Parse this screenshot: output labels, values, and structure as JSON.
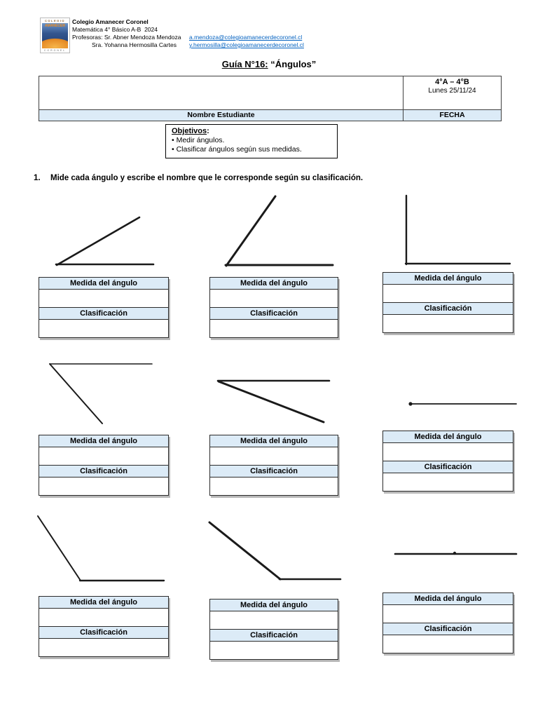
{
  "colors": {
    "table_header_bg": "#dcebf7",
    "link_blue": "#0563c1",
    "line_black": "#1a1a1a"
  },
  "header": {
    "school": "Colegio Amanecer Coronel",
    "course": "Matemática 4° Básico A-B  2024",
    "teachers_line1": "Profesoras: Sr. Abner Mendoza Mendoza",
    "teachers_line2": "Sra. Yohanna Hermosilla Cartes",
    "email1": "a.mendoza@colegioamanecerdecoronel.cl",
    "email2": "y.hermosilla@colegioamanecerdecoronel.cl",
    "logo": {
      "top": "COLEGIO",
      "middle": "AMANECER",
      "bottom": "CORONEL"
    }
  },
  "title": {
    "lead": "Guía N°16:",
    "rest": " “Ángulos”"
  },
  "info_table": {
    "group": "4°A – 4°B",
    "date": "Lunes 25/11/24",
    "name_label": "Nombre Estudiante",
    "date_label": "FECHA"
  },
  "objectives": {
    "heading": "Objetivos",
    "colon": ":",
    "items": [
      "Medir ángulos.",
      "Clasificar ángulos según sus medidas."
    ]
  },
  "instruction": {
    "number": "1.",
    "text": "Mide cada ángulo y escribe el nombre que le corresponde según su clasificación."
  },
  "labels": {
    "measure": "Medida del ángulo",
    "classification": "Clasificación"
  },
  "figures": [
    {
      "id": 1,
      "kind": "acute-angle-~30deg"
    },
    {
      "id": 2,
      "kind": "acute-angle-~55deg"
    },
    {
      "id": 3,
      "kind": "right-angle-90deg"
    },
    {
      "id": 4,
      "kind": "acute-angle-opening-down-~50deg"
    },
    {
      "id": 5,
      "kind": "acute-angle-opening-down-~20deg"
    },
    {
      "id": 6,
      "kind": "null-angle-ray-with-endpoint-dot"
    },
    {
      "id": 7,
      "kind": "obtuse-angle-~125deg"
    },
    {
      "id": 8,
      "kind": "obtuse-angle-~140deg"
    },
    {
      "id": 9,
      "kind": "straight-angle-180deg-with-center-point"
    }
  ]
}
